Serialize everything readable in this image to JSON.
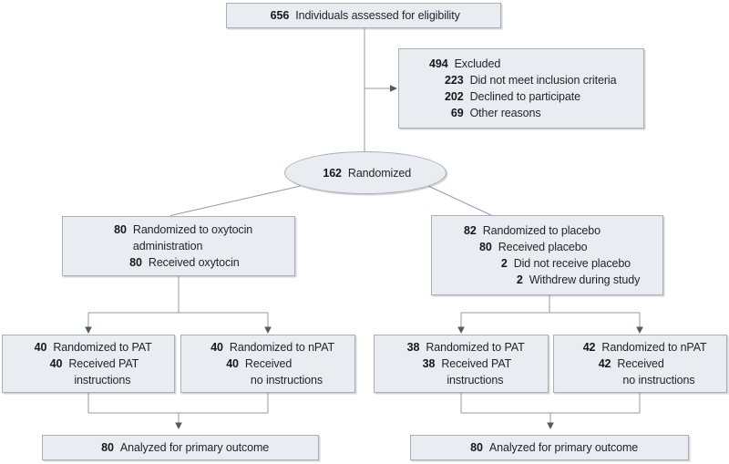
{
  "figure": {
    "type": "consort-flow-diagram",
    "background": "#ffffff",
    "colors": {
      "box_fill": "#e9edf1",
      "box_border": "#a9b0b6",
      "connector": "#949a9f",
      "arrowhead": "#54595e",
      "text": "#1d2329",
      "number": "#14181c"
    },
    "nodes": [
      {
        "id": "assessed",
        "shape": "rect",
        "lines": [
          {
            "n": "656",
            "t": "Individuals assessed for eligibility",
            "lvl": 0
          }
        ]
      },
      {
        "id": "excluded",
        "shape": "rect",
        "lines": [
          {
            "n": "494",
            "t": "Excluded",
            "lvl": 0
          },
          {
            "n": "223",
            "t": "Did not meet inclusion criteria",
            "lvl": 1
          },
          {
            "n": "202",
            "t": "Declined to participate",
            "lvl": 1
          },
          {
            "n": "69",
            "t": "Other reasons",
            "lvl": 1
          }
        ]
      },
      {
        "id": "randomized",
        "shape": "ellipse",
        "lines": [
          {
            "n": "162",
            "t": "Randomized",
            "lvl": 0
          }
        ]
      },
      {
        "id": "oxytocin-group",
        "shape": "rect",
        "lines": [
          {
            "n": "80",
            "t": "Randomized to oxytocin",
            "lvl": 0
          },
          {
            "n": "",
            "t": "administration",
            "lvl": 0
          },
          {
            "n": "80",
            "t": "Received oxytocin",
            "lvl": 1
          }
        ]
      },
      {
        "id": "placebo-group",
        "shape": "rect",
        "lines": [
          {
            "n": "82",
            "t": "Randomized to placebo",
            "lvl": 0
          },
          {
            "n": "80",
            "t": "Received placebo",
            "lvl": 1
          },
          {
            "n": "2",
            "t": "Did not receive placebo",
            "lvl": 2
          },
          {
            "n": "2",
            "t": "Withdrew during study",
            "lvl": 3
          }
        ]
      },
      {
        "id": "oxytocin-pat",
        "shape": "rect",
        "lines": [
          {
            "n": "40",
            "t": "Randomized to PAT",
            "lvl": 0
          },
          {
            "n": "40",
            "t": "Received PAT",
            "lvl": 1
          },
          {
            "n": "",
            "t": "instructions",
            "lvl": 1
          }
        ]
      },
      {
        "id": "oxytocin-npat",
        "shape": "rect",
        "lines": [
          {
            "n": "40",
            "t": "Randomized to nPAT",
            "lvl": 0
          },
          {
            "n": "40",
            "t": "Received",
            "lvl": 1
          },
          {
            "n": "",
            "t": "no instructions",
            "lvl": 1
          }
        ]
      },
      {
        "id": "placebo-pat",
        "shape": "rect",
        "lines": [
          {
            "n": "38",
            "t": "Randomized to PAT",
            "lvl": 0
          },
          {
            "n": "38",
            "t": "Received PAT",
            "lvl": 1
          },
          {
            "n": "",
            "t": "instructions",
            "lvl": 1
          }
        ]
      },
      {
        "id": "placebo-npat",
        "shape": "rect",
        "lines": [
          {
            "n": "42",
            "t": "Randomized to nPAT",
            "lvl": 0
          },
          {
            "n": "42",
            "t": "Received",
            "lvl": 1
          },
          {
            "n": "",
            "t": "no instructions",
            "lvl": 1
          }
        ]
      },
      {
        "id": "analyzed-oxytocin",
        "shape": "rect",
        "lines": [
          {
            "n": "80",
            "t": "Analyzed for primary outcome",
            "lvl": 0
          }
        ]
      },
      {
        "id": "analyzed-placebo",
        "shape": "rect",
        "lines": [
          {
            "n": "80",
            "t": "Analyzed for primary outcome",
            "lvl": 0
          }
        ]
      }
    ]
  }
}
